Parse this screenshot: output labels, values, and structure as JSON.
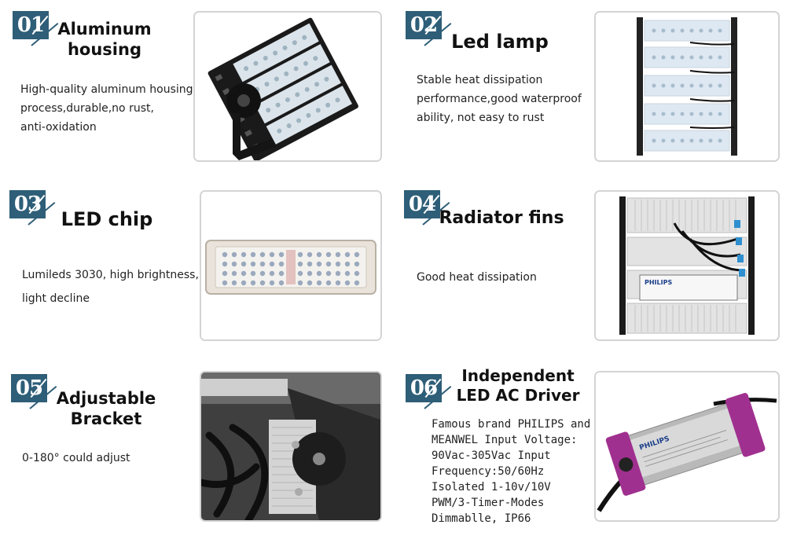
{
  "features": [
    {
      "number": "01",
      "title_lines": [
        "Aluminum",
        "housing"
      ],
      "description_lines": [
        "High-quality aluminum housing",
        "process,durable,no rust,",
        "anti-oxidation"
      ],
      "image_icon": "floodlight-housing-photo"
    },
    {
      "number": "02",
      "title_lines": [
        "Led lamp"
      ],
      "description_lines": [
        "Stable heat dissipation",
        "performance,good waterproof",
        "ability, not easy to rust"
      ],
      "image_icon": "led-module-stack-photo"
    },
    {
      "number": "03",
      "title_lines": [
        "LED chip"
      ],
      "description_lines": [
        "Lumileds 3030, high brightness,",
        "light decline"
      ],
      "image_icon": "led-chip-board-photo"
    },
    {
      "number": "04",
      "title_lines": [
        "Radiator fins"
      ],
      "description_lines": [
        "Good heat dissipation"
      ],
      "image_icon": "radiator-fins-photo",
      "driver_brand": "PHILIPS"
    },
    {
      "number": "05",
      "title_lines": [
        "Adjustable",
        "Bracket"
      ],
      "description_lines": [
        "0-180°  could adjust"
      ],
      "image_icon": "adjustable-bracket-photo"
    },
    {
      "number": "06",
      "title_lines": [
        "Independent",
        "LED AC Driver"
      ],
      "description_lines": [
        "Famous brand PHILIPS and",
        "MEANWEL Input Voltage:",
        "90Vac-305Vac Input",
        "Frequency:50/60Hz",
        "Isolated 1-10v/10V",
        "PWM/3-Timer-Modes",
        "Dimmablle, IP66"
      ],
      "image_icon": "led-ac-driver-photo",
      "driver_brand": "PHILIPS"
    }
  ],
  "colors": {
    "badge": "#2e5e78",
    "frame_border": "#d4d4d4",
    "driver_cap": "#a0308f",
    "heading": "#111111"
  }
}
